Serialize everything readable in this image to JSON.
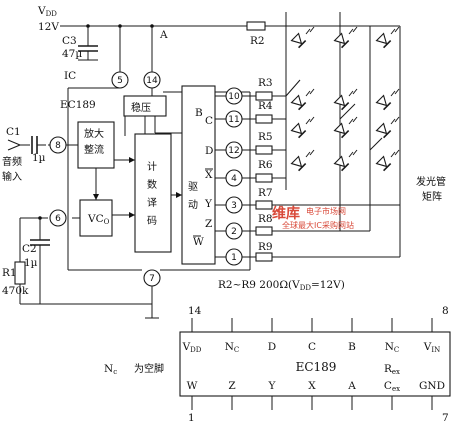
{
  "supply": {
    "vdd": "V",
    "vdd_sub": "DD",
    "voltage": "12V"
  },
  "caps": {
    "c3": "C3",
    "c3_val": "47µ",
    "c1": "C1",
    "c1_val": "1µ",
    "c2": "C2",
    "c2_val": "1µ"
  },
  "resistors": {
    "r1": "R1",
    "r1_val": "470k",
    "r2": "R2",
    "r3": "R3",
    "r4": "R4",
    "r5": "R5",
    "r6": "R6",
    "r7": "R7",
    "r8": "R8",
    "r9": "R9"
  },
  "labels": {
    "node_a": "A",
    "ic": "IC",
    "ic_name": "EC189",
    "amp": [
      "放大",
      "整流"
    ],
    "vco": "VC",
    "vco_sub": "O",
    "regulator": "稳压",
    "counter": [
      "计",
      "数",
      "译",
      "码"
    ],
    "driver": [
      "驱",
      "动"
    ],
    "input": [
      "音频",
      "输入"
    ],
    "led_matrix": [
      "发光管",
      "矩阵"
    ],
    "note_prefix": "R2~R9  200Ω(V",
    "note_sub": "DD",
    "note_suffix": "=12V)",
    "nc_note": "为空脚",
    "nc_prefix": "N",
    "nc_sub": "c"
  },
  "outputs": [
    "B",
    "C",
    "D",
    "X",
    "Y",
    "Z",
    "W"
  ],
  "pins": [
    "5",
    "14",
    "10",
    "11",
    "12",
    "4",
    "3",
    "2",
    "1",
    "8",
    "6",
    "7"
  ],
  "package": {
    "name": "EC189",
    "top_pin_left": "14",
    "top_pin_right": "8",
    "bottom_pin_left": "1",
    "bottom_pin_right": "7",
    "top": [
      {
        "main": "V",
        "sub": "DD"
      },
      {
        "main": "N",
        "sub": "C"
      },
      {
        "main": "D",
        "sub": ""
      },
      {
        "main": "C",
        "sub": ""
      },
      {
        "main": "B",
        "sub": ""
      },
      {
        "main": "N",
        "sub": "C"
      },
      {
        "main": "V",
        "sub": "IN"
      }
    ],
    "bottom": [
      {
        "main": "W",
        "sub": ""
      },
      {
        "main": "Z",
        "sub": ""
      },
      {
        "main": "Y",
        "sub": ""
      },
      {
        "main": "X",
        "sub": ""
      },
      {
        "main": "A",
        "sub": ""
      },
      {
        "main": "C",
        "sub": "ex"
      },
      {
        "main": "GND",
        "sub": ""
      }
    ],
    "rex": {
      "main": "R",
      "sub": "ex"
    }
  },
  "watermark": {
    "logo": "维库",
    "line1": "电子市场网",
    "line2": "全球最大IC采购网站"
  }
}
